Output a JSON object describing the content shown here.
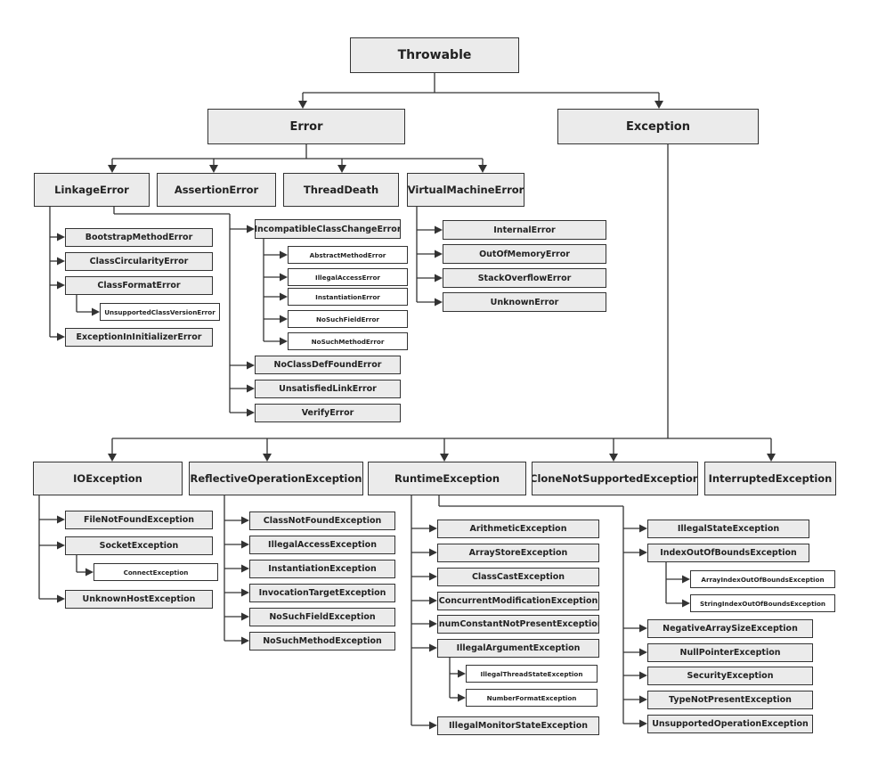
{
  "nodes": [
    {
      "id": "throwable",
      "label": "Throwable"
    },
    {
      "id": "error",
      "label": "Error"
    },
    {
      "id": "exception",
      "label": "Exception"
    },
    {
      "id": "linkage",
      "label": "LinkageError"
    },
    {
      "id": "assertion",
      "label": "AssertionError"
    },
    {
      "id": "threaddeath",
      "label": "ThreadDeath"
    },
    {
      "id": "vmerror",
      "label": "VirtualMachineError"
    },
    {
      "id": "bootstrap",
      "label": "BootstrapMethodError"
    },
    {
      "id": "classcirc",
      "label": "ClassCircularityError"
    },
    {
      "id": "classformat",
      "label": "ClassFormatError"
    },
    {
      "id": "unsupportedcv",
      "label": "UnsupportedClassVersionError"
    },
    {
      "id": "exininit",
      "label": "ExceptionInInitializerError"
    },
    {
      "id": "incompat",
      "label": "IncompatibleClassChangeError"
    },
    {
      "id": "abstractmethod",
      "label": "AbstractMethodError"
    },
    {
      "id": "illegalaccesserr",
      "label": "IllegalAccessError"
    },
    {
      "id": "instantiationerr",
      "label": "InstantiationError"
    },
    {
      "id": "nosuchfielderr",
      "label": "NoSuchFieldError"
    },
    {
      "id": "nosuchmethoderr",
      "label": "NoSuchMethodError"
    },
    {
      "id": "noclassdef",
      "label": "NoClassDefFoundError"
    },
    {
      "id": "unsatisfied",
      "label": "UnsatisfiedLinkError"
    },
    {
      "id": "verify",
      "label": "VerifyError"
    },
    {
      "id": "internal",
      "label": "InternalError"
    },
    {
      "id": "oom",
      "label": "OutOfMemoryError"
    },
    {
      "id": "stackoverflow",
      "label": "StackOverflowError"
    },
    {
      "id": "unknownerr",
      "label": "UnknownError"
    },
    {
      "id": "ioexc",
      "label": "IOException"
    },
    {
      "id": "reflective",
      "label": "ReflectiveOperationException"
    },
    {
      "id": "runtime",
      "label": "RuntimeException"
    },
    {
      "id": "clonens",
      "label": "CloneNotSupportedException"
    },
    {
      "id": "interrupted",
      "label": "InterruptedException"
    },
    {
      "id": "filenotfound",
      "label": "FileNotFoundException"
    },
    {
      "id": "socket",
      "label": "SocketException"
    },
    {
      "id": "connect",
      "label": "ConnectException"
    },
    {
      "id": "unknownhost",
      "label": "UnknownHostException"
    },
    {
      "id": "classnotfound",
      "label": "ClassNotFoundException"
    },
    {
      "id": "illegalaccessexc",
      "label": "IllegalAccessException"
    },
    {
      "id": "instantiationexc",
      "label": "InstantiationException"
    },
    {
      "id": "invocationtarget",
      "label": "InvocationTargetException"
    },
    {
      "id": "nosuchfieldexc",
      "label": "NoSuchFieldException"
    },
    {
      "id": "nosuchmethodexc",
      "label": "NoSuchMethodException"
    },
    {
      "id": "arithmetic",
      "label": "ArithmeticException"
    },
    {
      "id": "arraystore",
      "label": "ArrayStoreException"
    },
    {
      "id": "classcast",
      "label": "ClassCastException"
    },
    {
      "id": "concurrentmod",
      "label": "ConcurrentModificationException"
    },
    {
      "id": "enumconst",
      "label": "EnumConstantNotPresentException"
    },
    {
      "id": "illegalarg",
      "label": "IllegalArgumentException"
    },
    {
      "id": "illegalthreadstate",
      "label": "IllegalThreadStateException"
    },
    {
      "id": "numberformat",
      "label": "NumberFormatException"
    },
    {
      "id": "illegalmonitor",
      "label": "IllegalMonitorStateException"
    },
    {
      "id": "illegalstate",
      "label": "IllegalStateException"
    },
    {
      "id": "indexoob",
      "label": "IndexOutOfBoundsException"
    },
    {
      "id": "arrayindexoob",
      "label": "ArrayIndexOutOfBoundsException"
    },
    {
      "id": "stringindexoob",
      "label": "StringIndexOutOfBoundsException"
    },
    {
      "id": "negarraysize",
      "label": "NegativeArraySizeException"
    },
    {
      "id": "nullpointer",
      "label": "NullPointerException"
    },
    {
      "id": "security",
      "label": "SecurityException"
    },
    {
      "id": "typenotpresent",
      "label": "TypeNotPresentException"
    },
    {
      "id": "unsupportedop",
      "label": "UnsupportedOperationException"
    }
  ]
}
